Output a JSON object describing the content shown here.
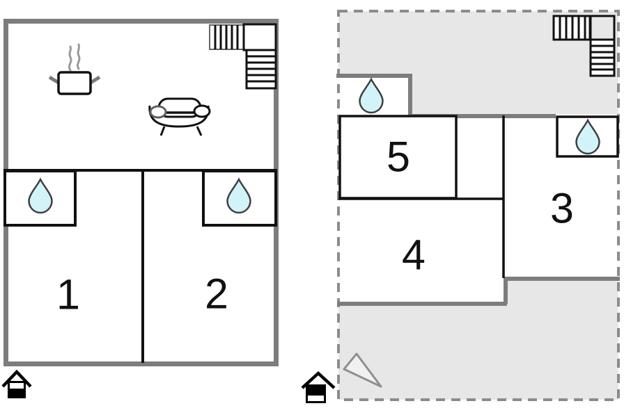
{
  "colors": {
    "wall-gray": "#7d7d7d",
    "wall-black": "#111111",
    "room-white": "#ffffff",
    "upper-bg": "#e7e7e7",
    "dash-gray": "#8c8c8c",
    "drop-fill": "#d2f4f8",
    "drop-stroke": "#3f3f3f",
    "steam-gray": "#9a9a9a",
    "handle-gray": "#7a7a7a",
    "stair-run-gray": "#666666",
    "triangle-stroke": "#8f8f8f",
    "triangle-fill": "#f1f1f1",
    "icon-black": "#000000"
  },
  "plans": {
    "ground_floor": {
      "rooms": [
        {
          "label": "1"
        },
        {
          "label": "2"
        }
      ],
      "icons": [
        "stove-pot-icon",
        "steam-icon",
        "sofa-icon",
        "staircase-icon",
        "water-drop-icon",
        "water-drop-icon",
        "house-ground-level-icon"
      ]
    },
    "upper_floor": {
      "rooms": [
        {
          "label": "5"
        },
        {
          "label": "4"
        },
        {
          "label": "3"
        }
      ],
      "icons": [
        "staircase-icon",
        "water-drop-icon",
        "water-drop-icon",
        "roof-window-icon",
        "house-upper-level-icon"
      ]
    }
  }
}
